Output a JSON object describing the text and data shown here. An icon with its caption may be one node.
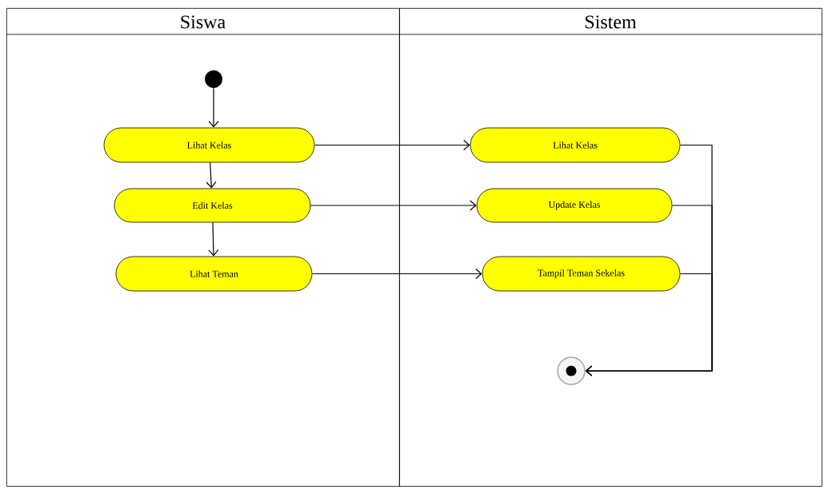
{
  "diagram": {
    "nodes": [
      {
        "text": [
          "Siswa"
        ]
      },
      {
        "text": [
          "Sistem"
        ]
      },
      {
        "text": [],
        "shape": "circle",
        "in": 0
      },
      {
        "text": [
          "Lihat Kelas"
        ],
        "in": 0
      },
      {
        "text": [
          "Edit  Kelas"
        ],
        "in": 0
      },
      {
        "text": [
          "Lihat Teman"
        ],
        "in": 0
      },
      {
        "text": [
          "Lihat Kelas"
        ],
        "in": 1
      },
      {
        "text": [
          "Update  Kelas"
        ],
        "in": 1
      },
      {
        "text": [
          "Tampil Teman Sekelas"
        ],
        "in": 1
      },
      {
        "text": [],
        "shape": "circle",
        "in": 1
      }
    ],
    "edges": [
      {
        "from": 2,
        "to": 3,
        "arrow": "to"
      },
      {
        "from": 3,
        "to": 4,
        "arrow": "to"
      },
      {
        "from": 4,
        "to": 5,
        "arrow": "to"
      },
      {
        "from": 3,
        "to": 6,
        "arrow": "to"
      },
      {
        "from": 4,
        "to": 7,
        "arrow": "to"
      },
      {
        "from": 5,
        "to": 8,
        "arrow": "to"
      },
      {
        "from": 6,
        "to": 9,
        "arrow": "to"
      },
      {
        "from": 7,
        "to": 9,
        "arrow": "to"
      },
      {
        "from": 8,
        "to": 9,
        "arrow": "to"
      }
    ]
  }
}
